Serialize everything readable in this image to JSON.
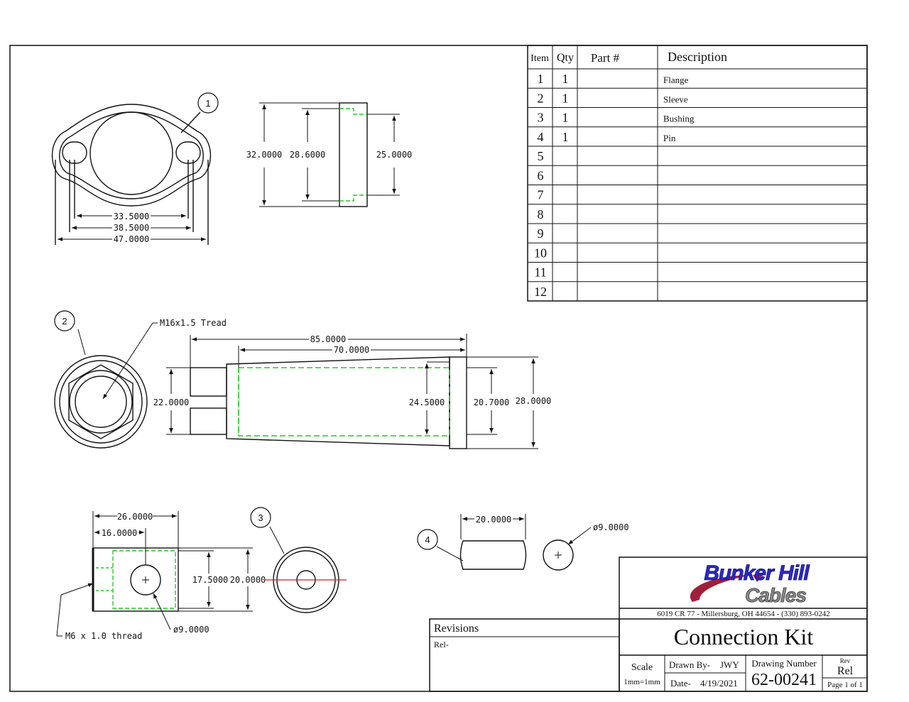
{
  "bom": {
    "headers": {
      "item": "Item",
      "qty": "Qty",
      "part": "Part #",
      "description": "Description"
    },
    "rows": [
      {
        "item": "1",
        "qty": "1",
        "part": "",
        "description": "Flange"
      },
      {
        "item": "2",
        "qty": "1",
        "part": "",
        "description": "Sleeve"
      },
      {
        "item": "3",
        "qty": "1",
        "part": "",
        "description": "Bushing"
      },
      {
        "item": "4",
        "qty": "1",
        "part": "",
        "description": "Pin"
      },
      {
        "item": "5",
        "qty": "",
        "part": "",
        "description": ""
      },
      {
        "item": "6",
        "qty": "",
        "part": "",
        "description": ""
      },
      {
        "item": "7",
        "qty": "",
        "part": "",
        "description": ""
      },
      {
        "item": "8",
        "qty": "",
        "part": "",
        "description": ""
      },
      {
        "item": "9",
        "qty": "",
        "part": "",
        "description": ""
      },
      {
        "item": "10",
        "qty": "",
        "part": "",
        "description": ""
      },
      {
        "item": "11",
        "qty": "",
        "part": "",
        "description": ""
      },
      {
        "item": "12",
        "qty": "",
        "part": "",
        "description": ""
      }
    ]
  },
  "balloons": {
    "b1": "1",
    "b2": "2",
    "b3": "3",
    "b4": "4"
  },
  "dims": {
    "flange_33": "33.5000",
    "flange_38": "38.5000",
    "flange_47": "47.0000",
    "side_32": "32.0000",
    "side_28": "28.6000",
    "side_25": "25.0000",
    "thread_note": "M16x1.5 Tread",
    "sleeve_85": "85.0000",
    "sleeve_70": "70.0000",
    "sleeve_22": "22.0000",
    "sleeve_24": "24.5000",
    "sleeve_20": "20.7000",
    "sleeve_28": "28.0000",
    "bush_26": "26.0000",
    "bush_16": "16.0000",
    "bush_17": "17.5000",
    "bush_20": "20.0000",
    "bush_d9": "ø9.0000",
    "bush_thread": "M6 x 1.0 thread",
    "pin_20": "20.0000",
    "pin_d9": "ø9.0000"
  },
  "title_block": {
    "logo_line1": "Bunker Hill",
    "logo_line2": "Cables",
    "address": "6019 CR 77 - Millersburg, OH 44654 - (330) 893-0242",
    "title": "Connection Kit",
    "revisions_label": "Revisions",
    "rev_entry": "Rel-",
    "scale_label": "Scale",
    "scale_value": "1mm=1mm",
    "drawn_by_label": "Drawn By-",
    "drawn_by_value": "JWY",
    "date_label": "Date-",
    "date_value": "4/19/2021",
    "drawing_number_label": "Drawing Number",
    "drawing_number": "62-00241",
    "rev_label": "Rev",
    "rev_value": "Rel",
    "page": "Page 1 of 1"
  },
  "colors": {
    "line": "#111111",
    "hidden": "#22cc22",
    "centerline": "#cc2222",
    "logo_blue": "#2a2ad0",
    "logo_red": "#a0203a",
    "logo_gray": "#8a8a8a"
  }
}
